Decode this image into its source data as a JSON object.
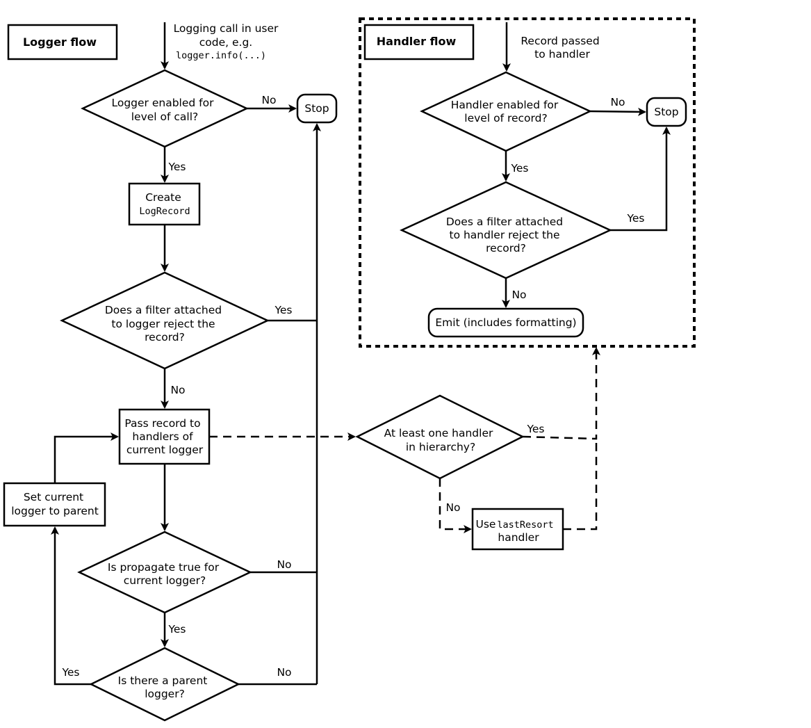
{
  "logger_flow": {
    "title": "Logger flow",
    "entry_text": [
      "Logging call in user",
      "code, e.g."
    ],
    "entry_code": "logger.info(...)",
    "enabled_q": [
      "Logger enabled for",
      "level of call?"
    ],
    "no_1": "No",
    "stop": "Stop",
    "yes_1": "Yes",
    "create_text": "Create",
    "create_code": "LogRecord",
    "filter_q": [
      "Does a filter attached",
      "to logger reject the",
      "record?"
    ],
    "yes_2": "Yes",
    "no_2": "No",
    "pass_box": [
      "Pass record to",
      "handlers of",
      "current logger"
    ],
    "propagate_q": [
      "Is propagate true for",
      "current logger?"
    ],
    "no_3": "No",
    "yes_3": "Yes",
    "parent_q": [
      "Is there a parent",
      "logger?"
    ],
    "yes_4": "Yes",
    "no_4": "No",
    "set_parent_box": [
      "Set current",
      "logger to parent"
    ]
  },
  "handler_flow": {
    "title": "Handler flow",
    "entry_text": [
      "Record passed",
      "to handler"
    ],
    "enabled_q": [
      "Handler enabled for",
      "level of record?"
    ],
    "no_1": "No",
    "stop": "Stop",
    "yes_1": "Yes",
    "filter_q": [
      "Does a filter attached",
      "to handler reject the",
      "record?"
    ],
    "yes_2": "Yes",
    "no_2": "No",
    "emit_box": "Emit (includes formatting)"
  },
  "hierarchy": {
    "handler_q": [
      "At least one handler",
      "in hierarchy?"
    ],
    "yes": "Yes",
    "no": "No",
    "last_resort_prefix": "Use",
    "last_resort_code": "lastResort",
    "last_resort_suffix": "handler"
  }
}
